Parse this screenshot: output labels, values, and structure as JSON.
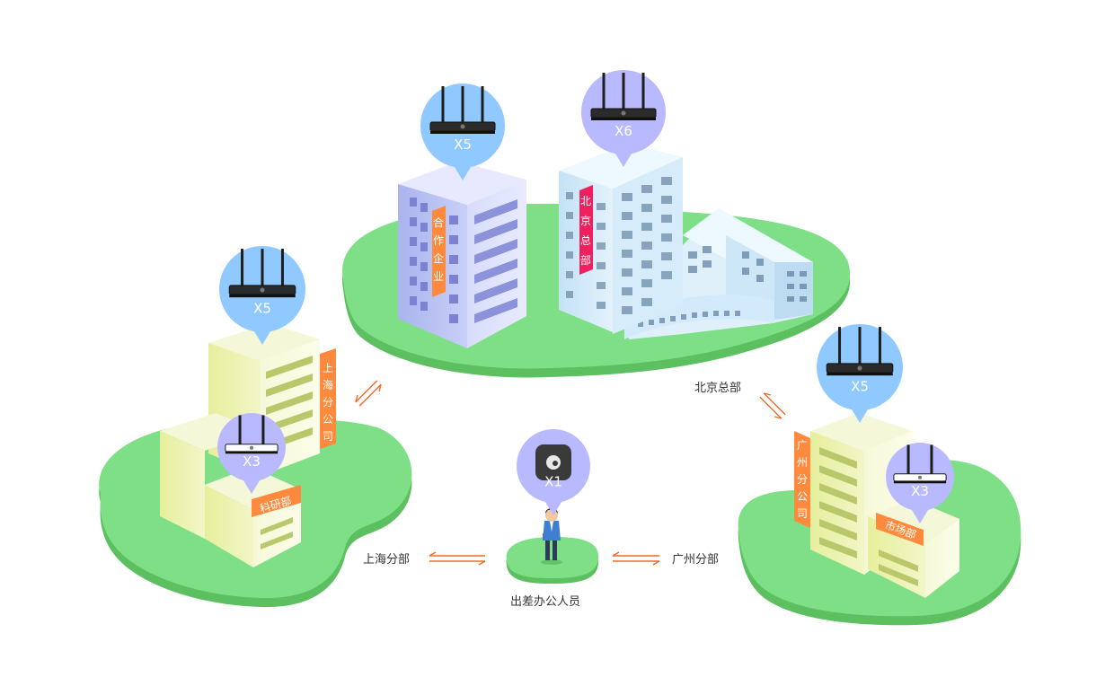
{
  "colors": {
    "island": "#7fdf86",
    "island_edge": "#5cc061",
    "pin_blue": "#8fc9ff",
    "pin_lavender": "#b9b9ff",
    "sign_red": "#f01f5e",
    "sign_orange": "#ff8a3d",
    "arrow": "#f06a2a"
  },
  "nodes": {
    "partner": {
      "device": "X5",
      "sign": "合作企业"
    },
    "beijing": {
      "device": "X6",
      "sign": "北京总部"
    },
    "shanghai": {
      "device": "X5",
      "sign": "上海分公司"
    },
    "research": {
      "device": "X3",
      "sign": "科研部"
    },
    "guangzhou": {
      "device": "X5",
      "sign": "广州分公司"
    },
    "market": {
      "device": "X3",
      "sign": "市场部"
    },
    "traveler": {
      "device": "X1",
      "caption": "出差办公人员"
    }
  },
  "links": {
    "beijing_label": "北京总部",
    "shanghai_label": "上海分部",
    "guangzhou_label": "广州分部"
  }
}
